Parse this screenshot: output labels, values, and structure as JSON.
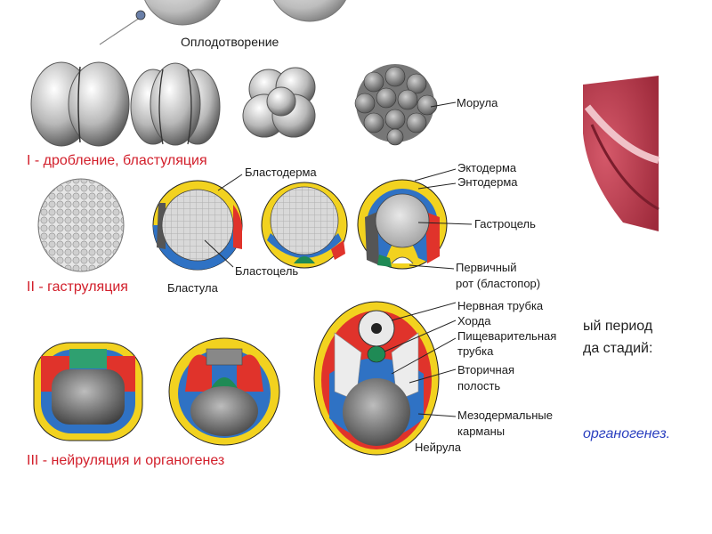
{
  "labels": {
    "fertilization": "Оплодотворение",
    "morula": "Морула",
    "blastoderm": "Бластодерма",
    "ectoderm": "Эктодерма",
    "entoderm": "Энтодерма",
    "gastrocoel": "Гастроцель",
    "blastocoel": "Бластоцель",
    "blastula": "Бластула",
    "primary_mouth_1": "Первичный",
    "primary_mouth_2": "рот (бластопор)",
    "neural_tube": "Нервная трубка",
    "chord": "Хорда",
    "digestive_1": "Пищеварительная",
    "digestive_2": "трубка",
    "secondary_1": "Вторичная",
    "secondary_2": "полость",
    "mesoderm_1": "Мезодермальные",
    "mesoderm_2": "карманы",
    "neurula": "Нейрула"
  },
  "stages": {
    "stage1": "I - дробление, бластуляция",
    "stage2": "II - гаструляция",
    "stage3": "III - нейруляция и органогенез"
  },
  "background_text": {
    "line1": "ый период",
    "line2": "да стадий:",
    "line3": "органогенез."
  },
  "colors": {
    "ectoderm": "#f2d21f",
    "entoderm": "#2f72c4",
    "mesoderm": "#e0332b",
    "chord": "#1f8a55",
    "stage_label": "#d21e2a"
  }
}
